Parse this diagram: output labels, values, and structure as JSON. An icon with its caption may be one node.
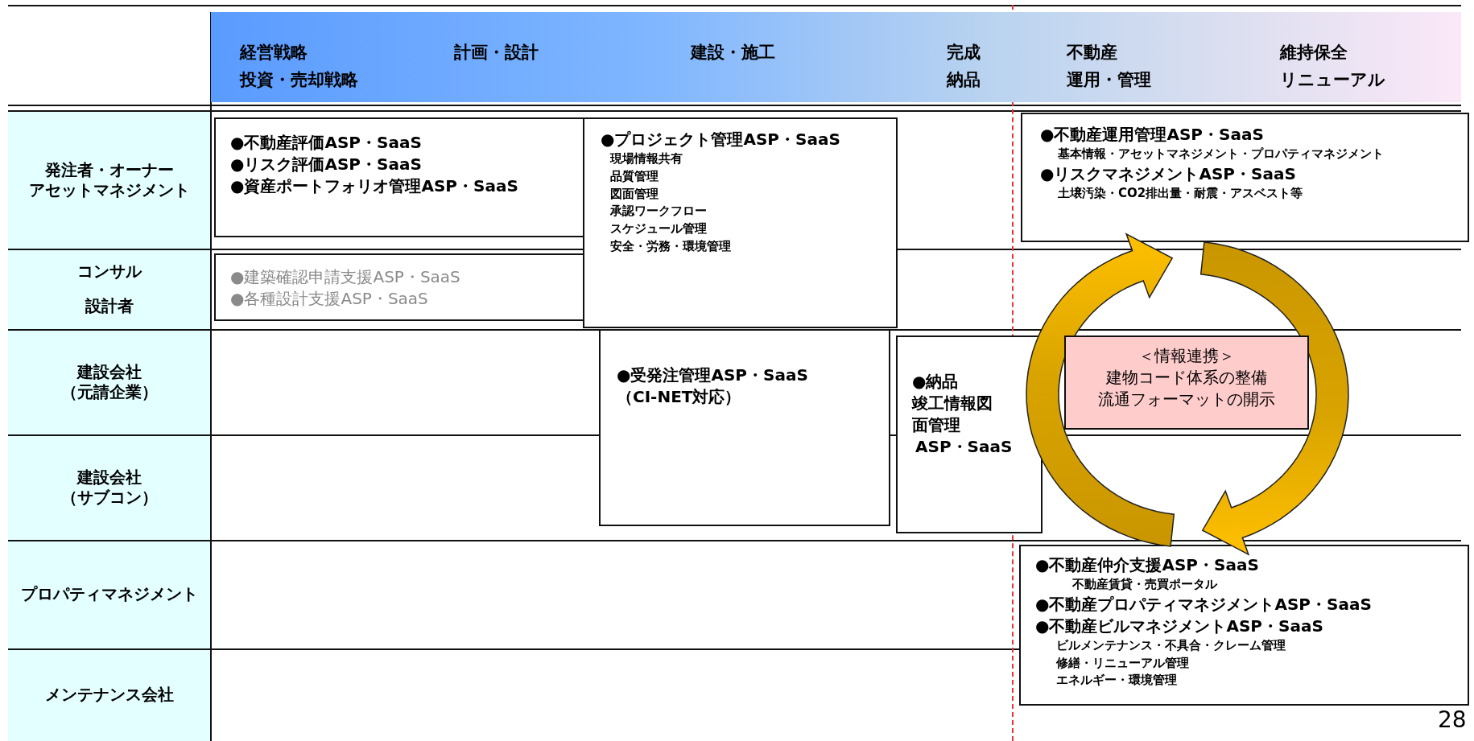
{
  "diagram": {
    "nodes": [
      {
        "text": [
          "経営戦略",
          "投資・売却戦略",
          "計画・設計",
          "建設・施工",
          "完成",
          "納品",
          "不動産",
          "運用・管理",
          "維持保全",
          "リニューアル"
        ]
      },
      {
        "text": [
          "●不動産評価ASP・SaaS",
          "●リスク評価ASP・SaaS",
          "●資産ポートフォリオ管理ASP・SaaS"
        ]
      },
      {
        "text": [
          "●建築確認申請支援ASP・SaaS",
          "●各種設計支援ASP・SaaS"
        ]
      },
      {
        "text": [
          "●プロジェクト管理ASP・SaaS",
          "現場情報共有",
          "品質管理",
          "図面管理",
          "承認ワークフロー",
          "スケジュール管理",
          "安全・労務・環境管理"
        ]
      },
      {
        "text": [
          "●受発注管理ASP・SaaS",
          "（CI-NET対応）"
        ]
      },
      {
        "text": [
          "●納品",
          "竣工情報図面管理",
          "ASP・SaaS"
        ]
      },
      {
        "text": [
          "●不動産運用管理ASP・SaaS",
          "基本情報・アセットマネジメント・プロパティマネジメント",
          "●リスクマネジメントASP・SaaS",
          "土壌汚染・CO2排出量・耐震・アスベスト等"
        ]
      },
      {
        "text": [
          "＜情報連携＞",
          "建物コード体系の整備",
          "流通フォーマットの開示"
        ]
      },
      {
        "text": [
          "●不動産仲介支援ASP・SaaS",
          "不動産賃貸・売買ポータル",
          "●不動産プロパティマネジメントASP・SaaS",
          "●不動産ビルマネジメントASP・SaaS",
          "ビルメンテナンス・不具合・クレーム管理",
          "修繕・リニューアル管理",
          "エネルギー・環境管理"
        ]
      }
    ],
    "labels": [
      "発注者・オーナー",
      "アセットマネジメント",
      "コンサル",
      "設計者",
      "建設会社",
      "（元請企業）",
      "建設会社",
      "（サブコン）",
      "プロパティマネジメント",
      "メンテナンス会社",
      "28"
    ]
  }
}
